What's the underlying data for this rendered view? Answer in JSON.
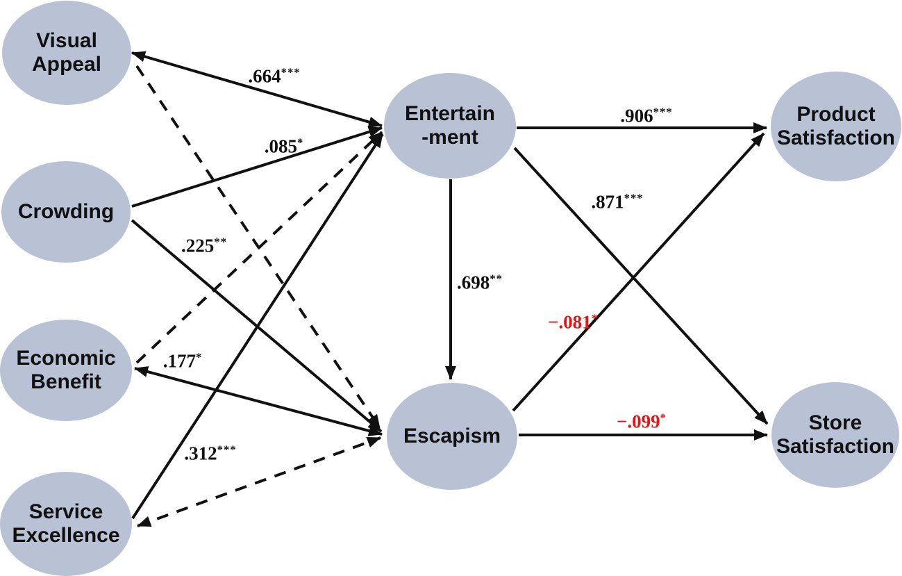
{
  "diagram": {
    "type": "path-model",
    "nodes": [
      {
        "id": "visual-appeal",
        "line1": "Visual",
        "line2": "Appeal"
      },
      {
        "id": "crowding",
        "line1": "Crowding",
        "line2": ""
      },
      {
        "id": "economic-benefit",
        "line1": "Economic",
        "line2": "Benefit"
      },
      {
        "id": "service-excellence",
        "line1": "Service",
        "line2": "Excellence"
      },
      {
        "id": "entertainment",
        "line1": "Entertain",
        "line2": "-ment"
      },
      {
        "id": "escapism",
        "line1": "Escapism",
        "line2": ""
      },
      {
        "id": "product-satisfaction",
        "line1": "Product",
        "line2": "Satisfaction"
      },
      {
        "id": "store-satisfaction",
        "line1": "Store",
        "line2": "Satisfaction"
      }
    ],
    "edges": [
      {
        "from": "Visual Appeal",
        "to": "Entertainment",
        "value": ".664",
        "stars": "***",
        "style": "solid",
        "color": "#111111"
      },
      {
        "from": "Visual Appeal",
        "to": "Escapism",
        "value": "",
        "stars": "",
        "style": "dashed",
        "color": "#111111"
      },
      {
        "from": "Crowding",
        "to": "Entertainment",
        "value": ".085",
        "stars": "*",
        "style": "solid",
        "color": "#111111"
      },
      {
        "from": "Crowding",
        "to": "Escapism",
        "value": ".225",
        "stars": "**",
        "style": "solid",
        "color": "#111111"
      },
      {
        "from": "Economic Benefit",
        "to": "Entertainment",
        "value": "",
        "stars": "",
        "style": "dashed",
        "color": "#111111"
      },
      {
        "from": "Economic Benefit",
        "to": "Escapism",
        "value": ".177",
        "stars": "*",
        "style": "solid",
        "color": "#111111"
      },
      {
        "from": "Service Excellence",
        "to": "Entertainment",
        "value": ".312",
        "stars": "***",
        "style": "solid",
        "color": "#111111"
      },
      {
        "from": "Service Excellence",
        "to": "Escapism",
        "value": "",
        "stars": "",
        "style": "dashed",
        "color": "#111111"
      },
      {
        "from": "Entertainment",
        "to": "Escapism",
        "value": ".698",
        "stars": "**",
        "style": "solid",
        "color": "#111111"
      },
      {
        "from": "Entertainment",
        "to": "Product Satisfaction",
        "value": ".906",
        "stars": "***",
        "style": "solid",
        "color": "#111111"
      },
      {
        "from": "Escapism",
        "to": "Product Satisfaction",
        "value": "−.081",
        "stars": "*",
        "style": "solid",
        "color": "#ee1111"
      },
      {
        "from": "Entertainment",
        "to": "Store Satisfaction",
        "value": ".871",
        "stars": "***",
        "style": "solid",
        "color": "#111111"
      },
      {
        "from": "Escapism",
        "to": "Store Satisfaction",
        "value": "−.099",
        "stars": "*",
        "style": "solid",
        "color": "#ee1111"
      }
    ],
    "colors": {
      "node_fill": "#b8c2d4",
      "line": "#111111",
      "negative_label": "#ee1111",
      "background": "#ffffff",
      "text": "#111111"
    }
  }
}
